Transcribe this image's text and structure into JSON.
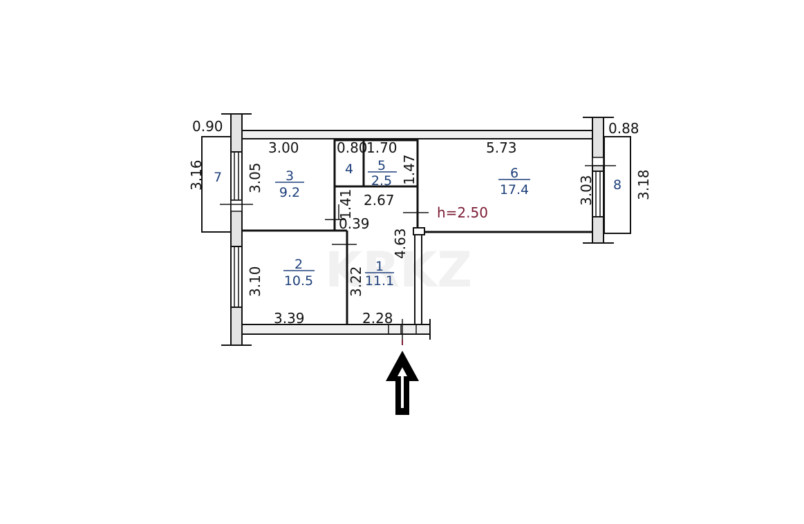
{
  "plan": {
    "ceiling_height": "h=2.50",
    "watermark": "KRKZ",
    "rooms": [
      {
        "id": "1",
        "area": "11.1"
      },
      {
        "id": "2",
        "area": "10.5"
      },
      {
        "id": "3",
        "area": "9.2"
      },
      {
        "id": "4",
        "area": ""
      },
      {
        "id": "5",
        "area": "2.5"
      },
      {
        "id": "6",
        "area": "17.4"
      },
      {
        "id": "7",
        "area": ""
      },
      {
        "id": "8",
        "area": ""
      }
    ],
    "dimensions": {
      "balcony7_width": "0.90",
      "balcony7_length": "3.16",
      "room3_width": "3.00",
      "room3_length": "3.05",
      "room4_width": "0.80",
      "room5_width": "1.70",
      "room5_length": "1.47",
      "room6_width": "5.73",
      "room6_length": "3.03",
      "balcony8_width": "0.88",
      "balcony8_length": "3.18",
      "hall_width": "2.67",
      "hall_niche_length": "1.41",
      "hall_niche_width": "0.39",
      "hall_length": "4.63",
      "room2_length": "3.10",
      "room2_width": "3.39",
      "room1_length": "3.22",
      "room1_width": "2.28"
    },
    "entrance_arrow": "entrance-arrow-icon"
  },
  "colors": {
    "wall": "#111111",
    "wall_fill": "#e0e0e0",
    "room_label": "#1d3f7a",
    "height_label": "#7a1a33"
  }
}
